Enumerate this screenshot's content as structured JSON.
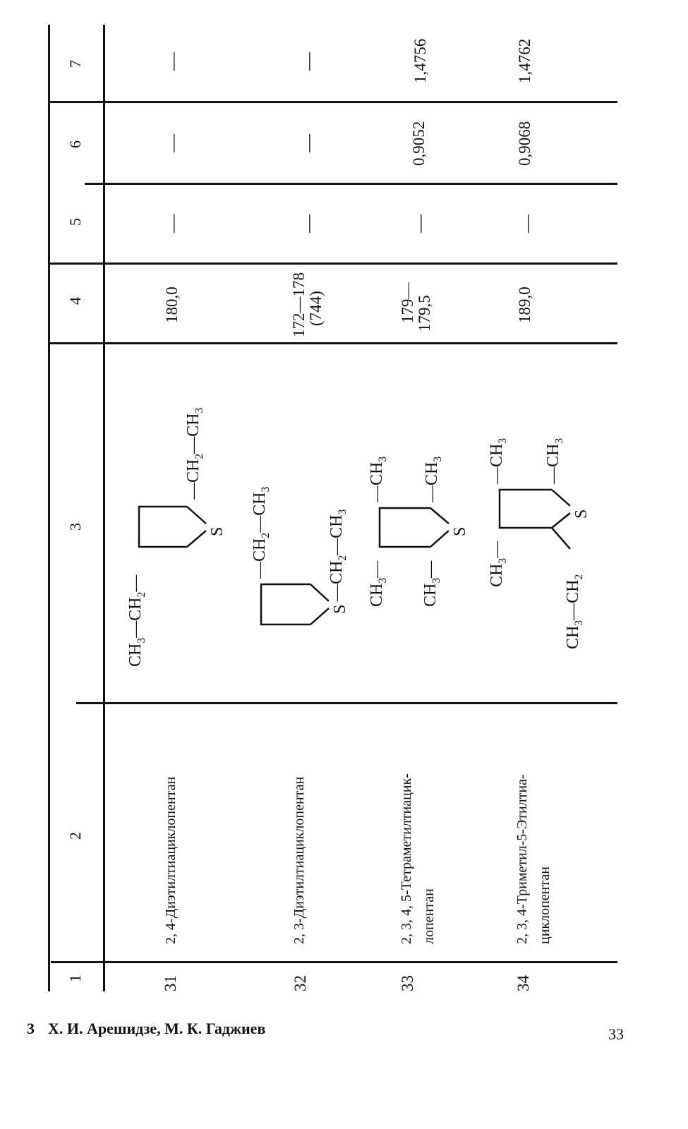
{
  "table": {
    "column_headers": [
      "1",
      "2",
      "3",
      "4",
      "5",
      "6",
      "7"
    ],
    "rows": [
      {
        "no": "31",
        "name_lines": [
          "2, 4-Диэтилтиациклопентан"
        ],
        "formula_labels": [
          "CH3—CH2—",
          "—CH2—CH3",
          "S"
        ],
        "bp": [
          "180,0"
        ],
        "col5": "—",
        "density": "—",
        "refr": "—"
      },
      {
        "no": "32",
        "name_lines": [
          "2, 3-Диэтилтиациклопентан"
        ],
        "formula_labels": [
          "—CH2—CH3",
          "—CH2—CH3",
          "S"
        ],
        "bp": [
          "172—178",
          "(744)"
        ],
        "col5": "—",
        "density": "—",
        "refr": "—"
      },
      {
        "no": "33",
        "name_lines": [
          "2, 3, 4, 5-Тетраметилтиацик-",
          "лопентан"
        ],
        "formula_labels": [
          "CH3—",
          "—CH3",
          "CH3—",
          "—CH3",
          "S"
        ],
        "bp": [
          "179—",
          "179,5"
        ],
        "col5": "—",
        "density": "0,9052",
        "refr": "1,4756"
      },
      {
        "no": "34",
        "name_lines": [
          "2, 3, 4-Триметил-5-Этилтиа-",
          "циклопентан"
        ],
        "formula_labels": [
          "CH3—",
          "—CH3",
          "CH3—CH2",
          "—CH3",
          "S"
        ],
        "bp": [
          "189,0"
        ],
        "col5": "—",
        "density": "0,9068",
        "refr": "1,4762"
      }
    ]
  },
  "footer": {
    "signature_number": "3",
    "authors": "Х. И. Арешидзе, М. К. Гаджиев",
    "page_number": "33"
  }
}
